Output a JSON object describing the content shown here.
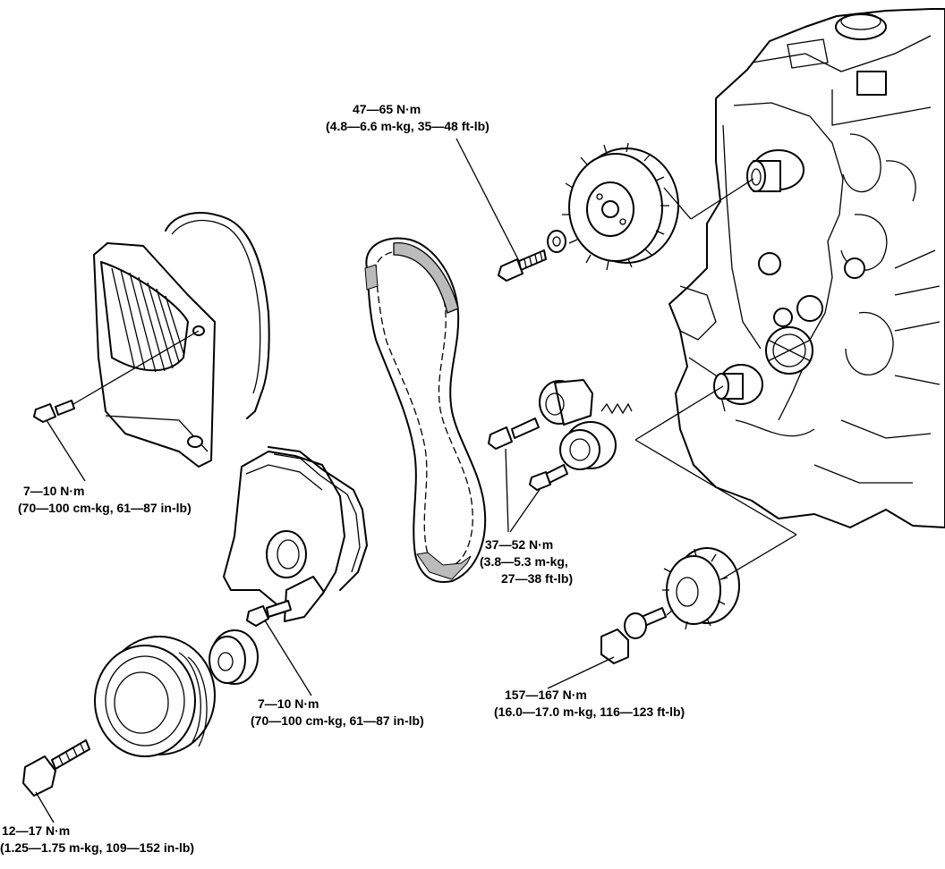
{
  "callouts": {
    "camshaft_pulley_bolt": {
      "value": "47—65 N·m",
      "detail": "(4.8—6.6 m-kg, 35—48 ft-lb)"
    },
    "upper_cover_bolt": {
      "value": "7—10 N·m",
      "detail": "(70—100 cm-kg, 61—87 in-lb)"
    },
    "tensioner_bolts": {
      "value": "37—52 N·m",
      "detail_1": "(3.8—5.3 m-kg,",
      "detail_2": "27—38 ft-lb)"
    },
    "lower_cover_bolt": {
      "value": "7—10 N·m",
      "detail": "(70—100 cm-kg, 61—87 in-lb)"
    },
    "crankshaft_pulley_bolt": {
      "value": "157—167 N·m",
      "detail": "(16.0—17.0 m-kg, 116—123 ft-lb)"
    },
    "crank_damper_bolt": {
      "value": "12—17 N·m",
      "detail": "(1.25—1.75 m-kg, 109—152 in-lb)"
    }
  }
}
